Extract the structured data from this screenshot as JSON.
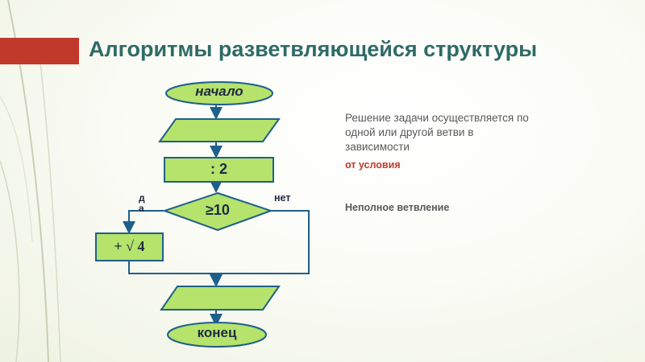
{
  "title": "Алгоритмы разветвляющейся структуры",
  "description": "Решение задачи осуществляется по одной или другой ветви в зависимости",
  "condition_text": "от условия",
  "subtitle": "Неполное ветвление",
  "flowchart": {
    "start": "начало",
    "process": ": 2",
    "decision": "≥10",
    "yes_label": "да",
    "no_label": "нет",
    "branch_action": "+ √ 4",
    "end": "конец"
  },
  "colors": {
    "shape_fill": "#b5e36b",
    "shape_stroke": "#1f5f8b",
    "title": "#2e6b66",
    "accent": "#c0392b"
  }
}
